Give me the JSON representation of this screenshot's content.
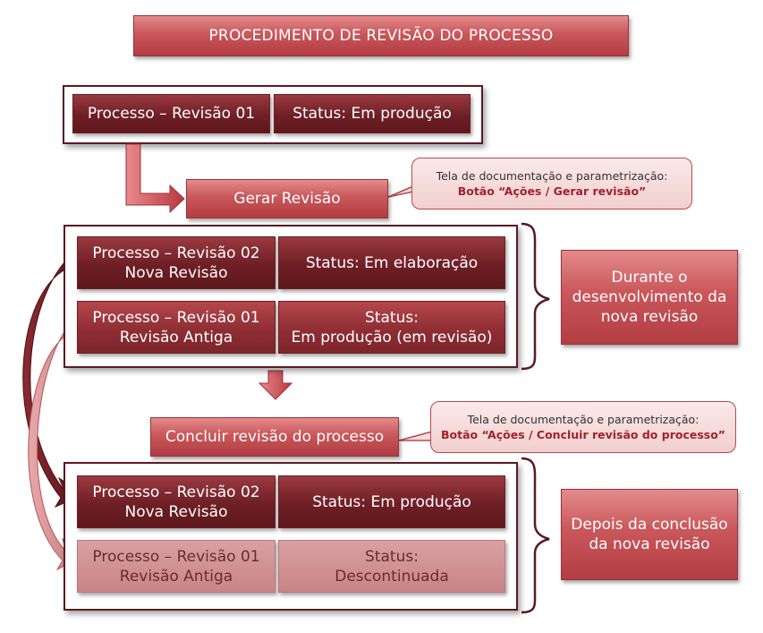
{
  "title": "PROCEDIMENTO DE REVISÃO DO PROCESSO",
  "top": {
    "process": "Processo – Revisão 01",
    "status": "Status: Em produção"
  },
  "gerar": {
    "label": "Gerar Revisão",
    "note_line1": "Tela de documentação e parametrização:",
    "note_line2": "Botão “Ações / Gerar revisão”"
  },
  "durante": {
    "row1_process": "Processo – Revisão 02\nNova Revisão",
    "row1_status": "Status: Em elaboração",
    "row2_process": "Processo – Revisão 01\nRevisão Antiga",
    "row2_status": "Status:\nEm produção (em revisão)",
    "side_label": "Durante o\ndesenvolvimento da\nnova revisão"
  },
  "concluir": {
    "label": "Concluir revisão do processo",
    "note_line1": "Tela de documentação e parametrização:",
    "note_line2": "Botão “Ações / Concluir revisão do processo”"
  },
  "depois": {
    "row1_process": "Processo – Revisão 02\nNova Revisão",
    "row1_status": "Status: Em produção",
    "row2_process": "Processo – Revisão 01\nRevisão Antiga",
    "row2_status": "Status:\nDescontinuada",
    "side_label": "Depois da conclusão\nda nova revisão"
  },
  "colors": {
    "dark": "#6e1f25",
    "red": "#c9575b",
    "pale": "#d9a0a2"
  }
}
